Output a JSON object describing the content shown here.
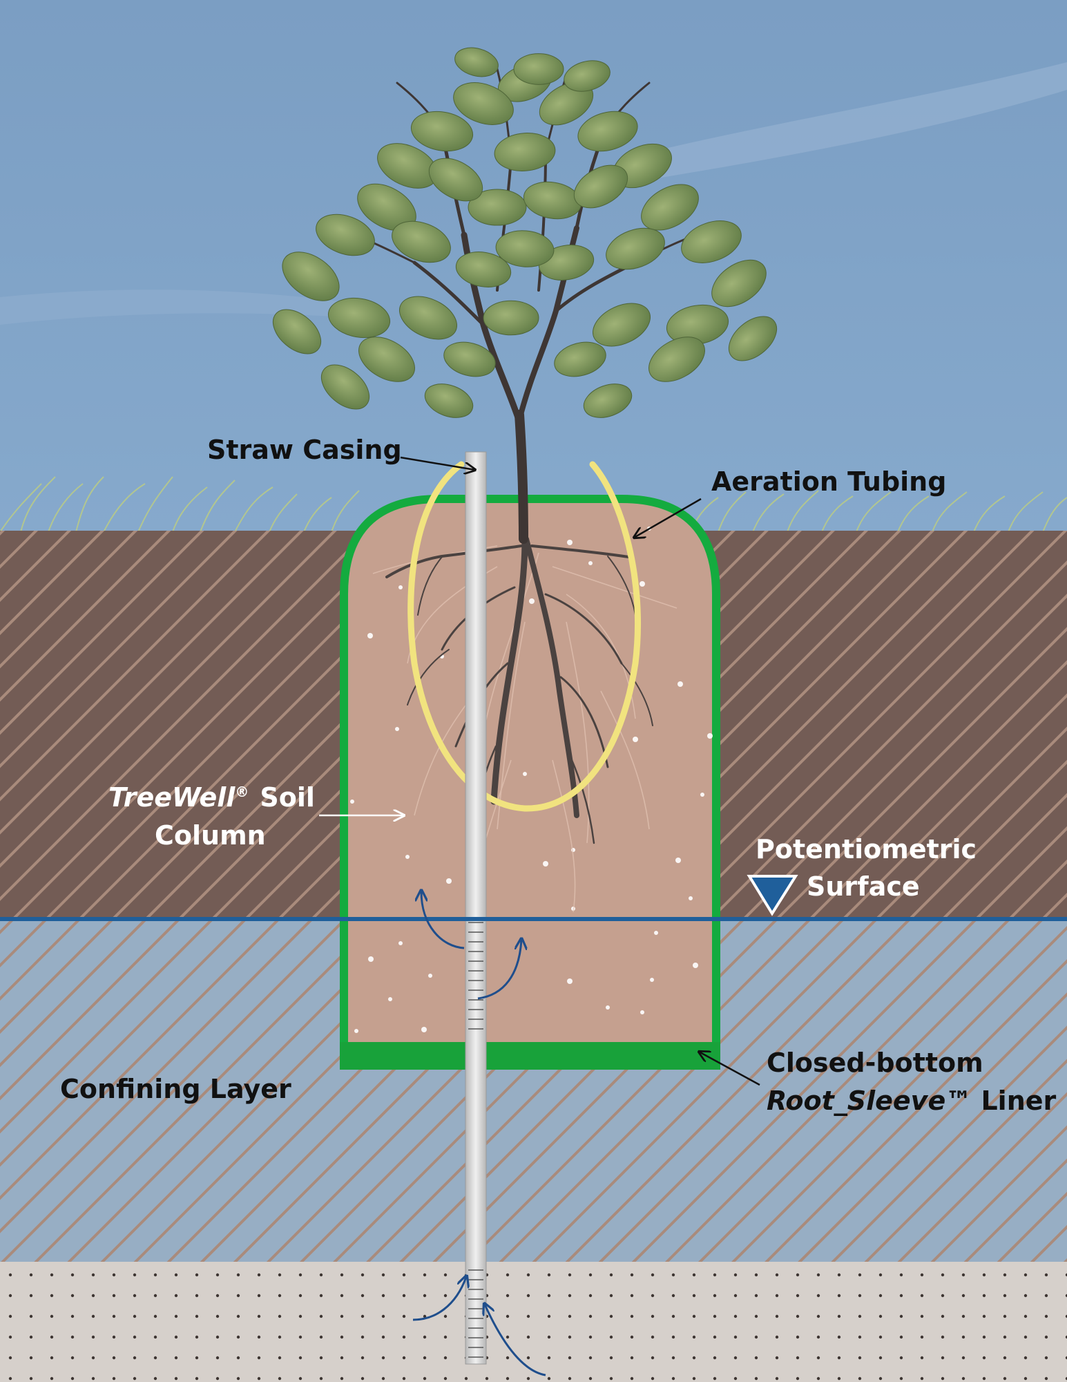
{
  "labels": {
    "straw_casing": "Straw Casing",
    "aeration_tubing": "Aeration Tubing",
    "soil_column_brand": "TreeWell",
    "soil_column_mark": "®",
    "soil_column_rest": "Soil",
    "soil_column_line2": "Column",
    "potentiometric_line1": "Potentiometric",
    "potentiometric_line2": "Surface",
    "confining_layer": "Confining Layer",
    "liner_line1": "Closed-bottom",
    "liner_brand": "Root_Sleeve™",
    "liner_rest": "Liner"
  },
  "colors": {
    "sky": "#7fa3c8",
    "upper_soil": "#735c55",
    "confining_layer": "#97aec4",
    "hatch": "#a98b7c",
    "soil_column": "#c5a08f",
    "liner": "#14ab3f",
    "liner_bottom": "#18a23a",
    "aeration_tubing": "#f1e37f",
    "water_line": "#1f5f9b",
    "aquifer": "#d6d0cb",
    "casing": "#d7d7d7"
  },
  "icons": {
    "water_table_marker": "inverted-triangle-icon"
  }
}
